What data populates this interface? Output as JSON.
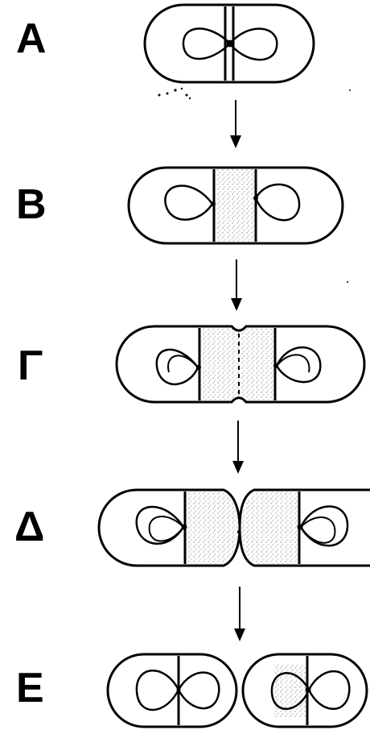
{
  "stages": [
    {
      "label": "A"
    },
    {
      "label": "B"
    },
    {
      "label": "Γ"
    },
    {
      "label": "Δ"
    },
    {
      "label": "E"
    }
  ],
  "colors": {
    "ink": "#000000",
    "stipple": "#cfcfcf",
    "background": "#ffffff"
  },
  "icons": [
    "down-arrow-icon"
  ]
}
